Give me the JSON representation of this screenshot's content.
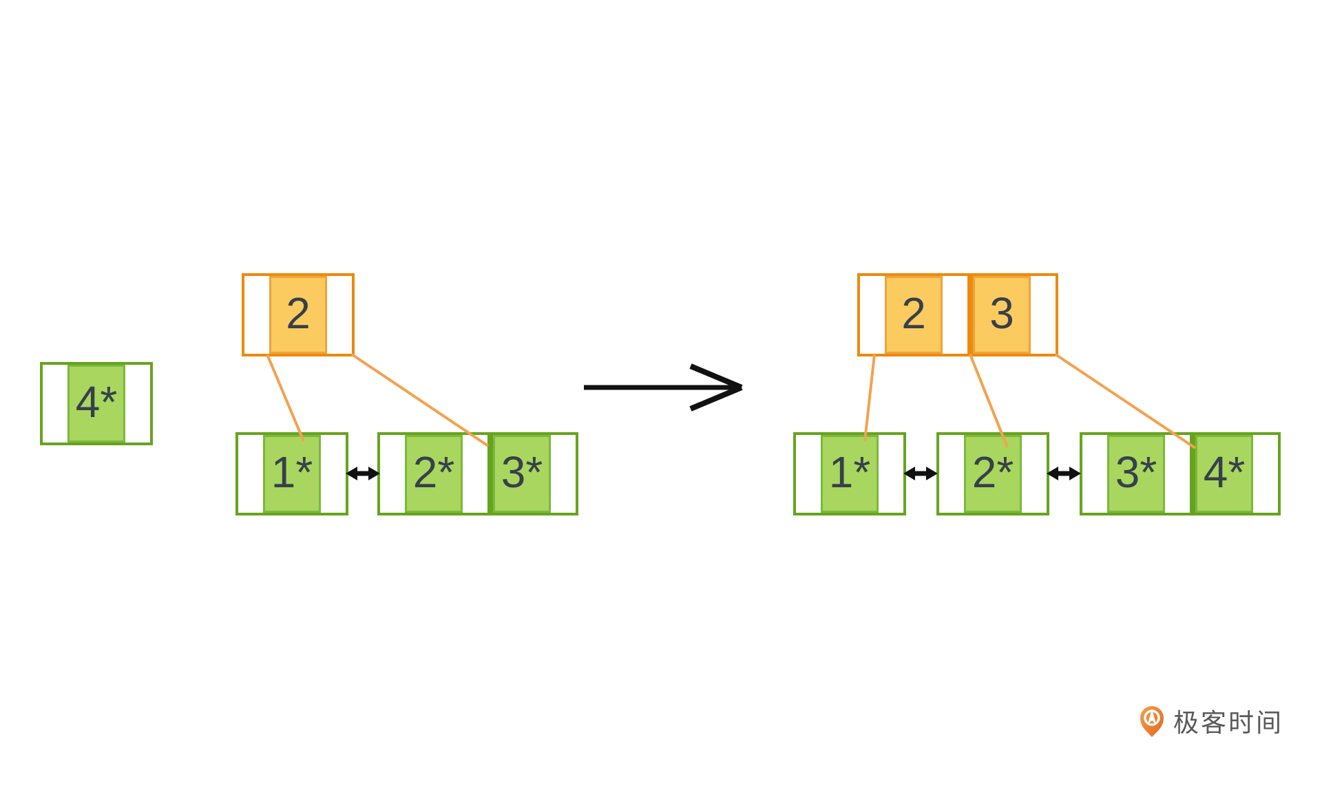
{
  "diagram": {
    "title_hint": "B+ tree page split illustration",
    "insert_node": {
      "keys": [
        "4*"
      ]
    },
    "before_tree": {
      "root": {
        "keys": [
          "2"
        ]
      },
      "leaves": [
        {
          "keys": [
            "1*"
          ]
        },
        {
          "keys": [
            "2*",
            "3*"
          ]
        }
      ]
    },
    "after_tree": {
      "root": {
        "keys": [
          "2",
          "3"
        ]
      },
      "leaves": [
        {
          "keys": [
            "1*"
          ]
        },
        {
          "keys": [
            "2*"
          ]
        },
        {
          "keys": [
            "3*",
            "4*"
          ]
        }
      ]
    }
  },
  "logo": {
    "text": "极客时间"
  },
  "colors": {
    "orange-border": "#ED8A0D",
    "orange-cell-border": "#F1A339",
    "orange-fill": "#FBCB5F",
    "green-border": "#67A41D",
    "green-cell-border": "#7CB83E",
    "green-fill": "#A9D65F",
    "connector": "#F2A24E",
    "arrow": "#111111",
    "text": "#37404A",
    "logo-text": "#595959",
    "logo-orange": "#EE7F3C",
    "logo-orange-dark": "#E2661F",
    "background": "#FFFFFF"
  }
}
